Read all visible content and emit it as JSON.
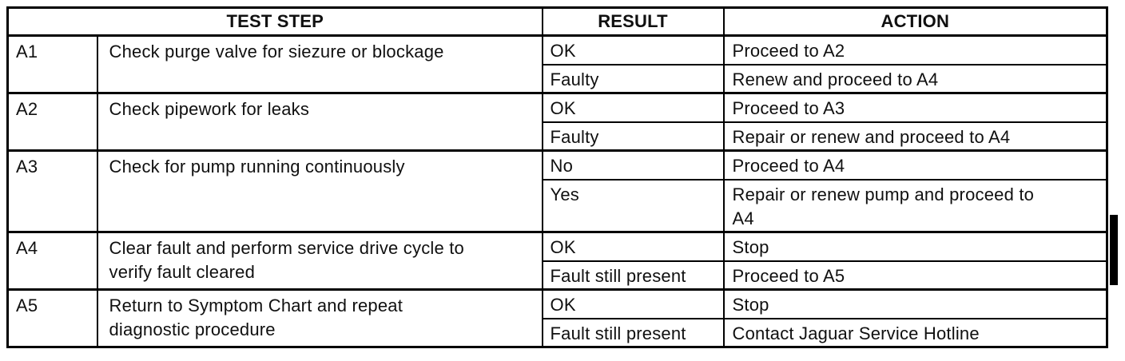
{
  "colors": {
    "ink": "#000000",
    "paper": "#ffffff"
  },
  "table": {
    "headers": {
      "test_step": "TEST STEP",
      "result": "RESULT",
      "action": "ACTION"
    },
    "rows": [
      {
        "step": "A1",
        "description": "Check purge valve for siezure or blockage",
        "outcomes": [
          {
            "result": "OK",
            "action": "Proceed to A2"
          },
          {
            "result": "Faulty",
            "action": "Renew and proceed to A4"
          }
        ]
      },
      {
        "step": "A2",
        "description": "Check pipework for leaks",
        "outcomes": [
          {
            "result": "OK",
            "action": "Proceed to A3"
          },
          {
            "result": "Faulty",
            "action": "Repair or renew and proceed to A4"
          }
        ]
      },
      {
        "step": "A3",
        "description": "Check for pump running continuously",
        "outcomes": [
          {
            "result": "No",
            "action": "Proceed to A4"
          },
          {
            "result": "Yes",
            "action": "Repair or renew pump and proceed to\nA4"
          }
        ]
      },
      {
        "step": "A4",
        "description": "Clear fault and perform service drive cycle to\nverify fault cleared",
        "outcomes": [
          {
            "result": "OK",
            "action": "Stop"
          },
          {
            "result": "Fault still present",
            "action": "Proceed to A5"
          }
        ]
      },
      {
        "step": "A5",
        "description": "Return to Symptom Chart and repeat\ndiagnostic procedure",
        "outcomes": [
          {
            "result": "OK",
            "action": "Stop"
          },
          {
            "result": "Fault still present",
            "action": "Contact Jaguar Service Hotline"
          }
        ]
      }
    ]
  }
}
